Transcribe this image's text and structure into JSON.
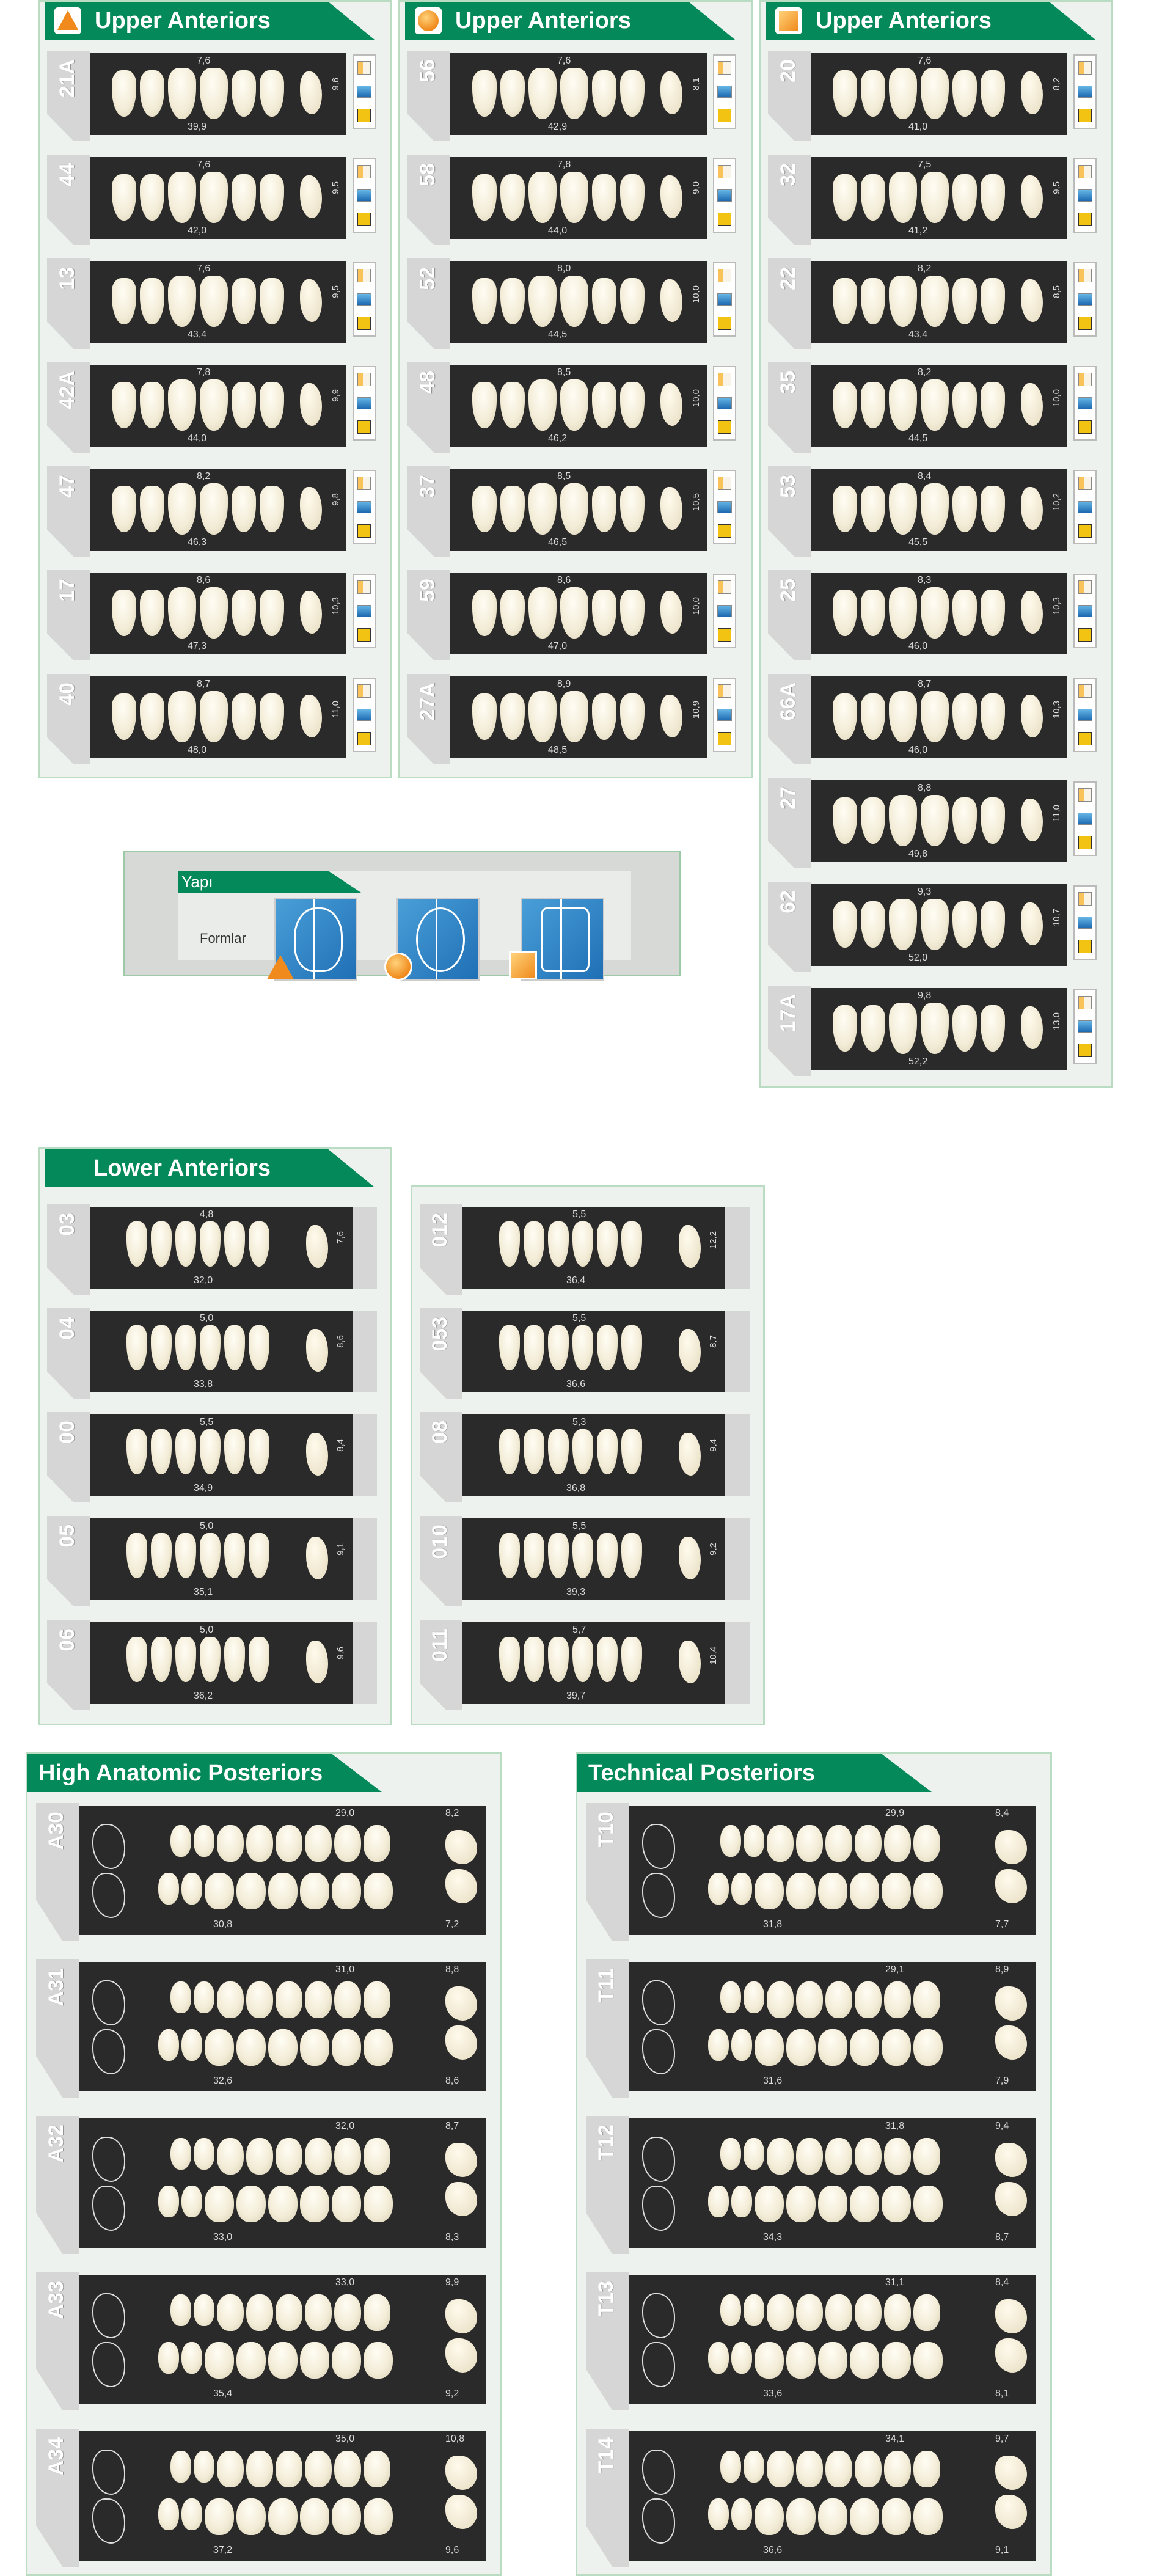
{
  "upper_anteriors": [
    {
      "title": "Upper Anteriors",
      "shape": "triangle-icon",
      "cards": [
        {
          "code": "21A",
          "width": "7,6",
          "length": "39,9",
          "height": "9,6"
        },
        {
          "code": "44",
          "width": "7,6",
          "length": "42,0",
          "height": "9,5"
        },
        {
          "code": "13",
          "width": "7,6",
          "length": "43,4",
          "height": "9,5"
        },
        {
          "code": "42A",
          "width": "7,8",
          "length": "44,0",
          "height": "9,9"
        },
        {
          "code": "47",
          "width": "8,2",
          "length": "46,3",
          "height": "9,8"
        },
        {
          "code": "17",
          "width": "8,6",
          "length": "47,3",
          "height": "10,3"
        },
        {
          "code": "40",
          "width": "8,7",
          "length": "48,0",
          "height": "11,0"
        }
      ]
    },
    {
      "title": "Upper Anteriors",
      "shape": "circle-icon",
      "cards": [
        {
          "code": "56",
          "width": "7,6",
          "length": "42,9",
          "height": "8,1"
        },
        {
          "code": "58",
          "width": "7,8",
          "length": "44,0",
          "height": "9,0"
        },
        {
          "code": "52",
          "width": "8,0",
          "length": "44,5",
          "height": "10,0"
        },
        {
          "code": "48",
          "width": "8,5",
          "length": "46,2",
          "height": "10,0"
        },
        {
          "code": "37",
          "width": "8,5",
          "length": "46,5",
          "height": "10,5"
        },
        {
          "code": "59",
          "width": "8,6",
          "length": "47,0",
          "height": "10,0"
        },
        {
          "code": "27A",
          "width": "8,9",
          "length": "48,5",
          "height": "10,9"
        }
      ]
    },
    {
      "title": "Upper Anteriors",
      "shape": "square-icon",
      "cards": [
        {
          "code": "20",
          "width": "7,6",
          "length": "41,0",
          "height": "8,2"
        },
        {
          "code": "32",
          "width": "7,5",
          "length": "41,2",
          "height": "9,5"
        },
        {
          "code": "22",
          "width": "8,2",
          "length": "43,4",
          "height": "8,5"
        },
        {
          "code": "35",
          "width": "8,2",
          "length": "44,5",
          "height": "10,0"
        },
        {
          "code": "53",
          "width": "8,4",
          "length": "45,5",
          "height": "10,2"
        },
        {
          "code": "25",
          "width": "8,3",
          "length": "46,0",
          "height": "10,3"
        },
        {
          "code": "66A",
          "width": "8,7",
          "length": "46,0",
          "height": "10,3"
        },
        {
          "code": "27",
          "width": "8,8",
          "length": "49,8",
          "height": "11,0"
        },
        {
          "code": "62",
          "width": "9,3",
          "length": "52,0",
          "height": "10,7"
        },
        {
          "code": "17A",
          "width": "9,8",
          "length": "52,2",
          "height": "13,0"
        }
      ]
    }
  ],
  "legend": {
    "title": "Yapı",
    "label": "Formlar",
    "shapes": [
      "triangle-icon",
      "circle-icon",
      "square-icon"
    ]
  },
  "lower_anteriors": {
    "title": "Lower Anteriors",
    "columns": [
      [
        {
          "code": "03",
          "width": "4,8",
          "length": "32,0",
          "height": "7,6"
        },
        {
          "code": "04",
          "width": "5,0",
          "length": "33,8",
          "height": "8,6"
        },
        {
          "code": "00",
          "width": "5,5",
          "length": "34,9",
          "height": "8,4"
        },
        {
          "code": "05",
          "width": "5,0",
          "length": "35,1",
          "height": "9,1"
        },
        {
          "code": "06",
          "width": "5,0",
          "length": "36,2",
          "height": "9,6"
        }
      ],
      [
        {
          "code": "012",
          "width": "5,5",
          "length": "36,4",
          "height": "12,2"
        },
        {
          "code": "053",
          "width": "5,5",
          "length": "36,6",
          "height": "8,7"
        },
        {
          "code": "08",
          "width": "5,3",
          "length": "36,8",
          "height": "9,4"
        },
        {
          "code": "010",
          "width": "5,5",
          "length": "39,3",
          "height": "9,2"
        },
        {
          "code": "011",
          "width": "5,7",
          "length": "39,7",
          "height": "10,4"
        }
      ]
    ]
  },
  "high_anatomic_posteriors": {
    "title": "High Anatomic Posteriors",
    "cards": [
      {
        "code": "A30",
        "top_length": "29,0",
        "top_height": "8,2",
        "bottom_length": "30,8",
        "bottom_height": "7,2"
      },
      {
        "code": "A31",
        "top_length": "31,0",
        "top_height": "8,8",
        "bottom_length": "32,6",
        "bottom_height": "8,6"
      },
      {
        "code": "A32",
        "top_length": "32,0",
        "top_height": "8,7",
        "bottom_length": "33,0",
        "bottom_height": "8,3"
      },
      {
        "code": "A33",
        "top_length": "33,0",
        "top_height": "9,9",
        "bottom_length": "35,4",
        "bottom_height": "9,2"
      },
      {
        "code": "A34",
        "top_length": "35,0",
        "top_height": "10,8",
        "bottom_length": "37,2",
        "bottom_height": "9,6"
      }
    ]
  },
  "technical_posteriors": {
    "title": "Technical Posteriors",
    "cards": [
      {
        "code": "T10",
        "top_length": "29,9",
        "top_height": "8,4",
        "bottom_length": "31,8",
        "bottom_height": "7,7"
      },
      {
        "code": "T11",
        "top_length": "29,1",
        "top_height": "8,9",
        "bottom_length": "31,6",
        "bottom_height": "7,9"
      },
      {
        "code": "T12",
        "top_length": "31,8",
        "top_height": "9,4",
        "bottom_length": "34,3",
        "bottom_height": "8,7"
      },
      {
        "code": "T13",
        "top_length": "31,1",
        "top_height": "8,4",
        "bottom_length": "33,6",
        "bottom_height": "8,1"
      },
      {
        "code": "T14",
        "top_length": "34,1",
        "top_height": "9,7",
        "bottom_length": "36,6",
        "bottom_height": "9,1"
      }
    ]
  }
}
